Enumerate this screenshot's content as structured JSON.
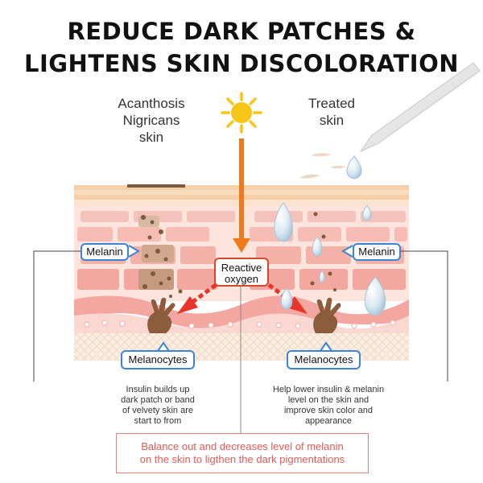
{
  "title": {
    "line1": "REDUCE DARK PATCHES &",
    "line2": "LIGHTENS SKIN DISCOLORATION"
  },
  "left_caption": [
    "Acanthosis",
    "Nigricans",
    "skin"
  ],
  "right_caption": [
    "Treated",
    "skin"
  ],
  "callouts": {
    "melanin_left": "Melanin",
    "melanin_right": "Melanin",
    "melanocytes_left": "Melanocytes",
    "melanocytes_right": "Melanocytes",
    "reactive_oxygen": [
      "Reactive",
      "oxygen"
    ]
  },
  "notes": {
    "left": [
      "Insulin builds up",
      "dark patch or band",
      "of velvety skin are",
      "start to from"
    ],
    "right": [
      "Help lower insulin & melanin",
      "level on the skin and",
      "improve skin color and",
      "appearance"
    ]
  },
  "banner": [
    "Balance out and decreases level of melanin",
    "on the  skin to ligthen the dark pigmentations"
  ],
  "colors": {
    "sun": "#f7c518",
    "arrow_orange": "#f07a1a",
    "arrow_red": "#e8342a",
    "callout_border": "#3b84d6",
    "banner_text": "#e05a55",
    "skin_pink": "#f6c9c0",
    "melanin": "#7d5a3c"
  }
}
